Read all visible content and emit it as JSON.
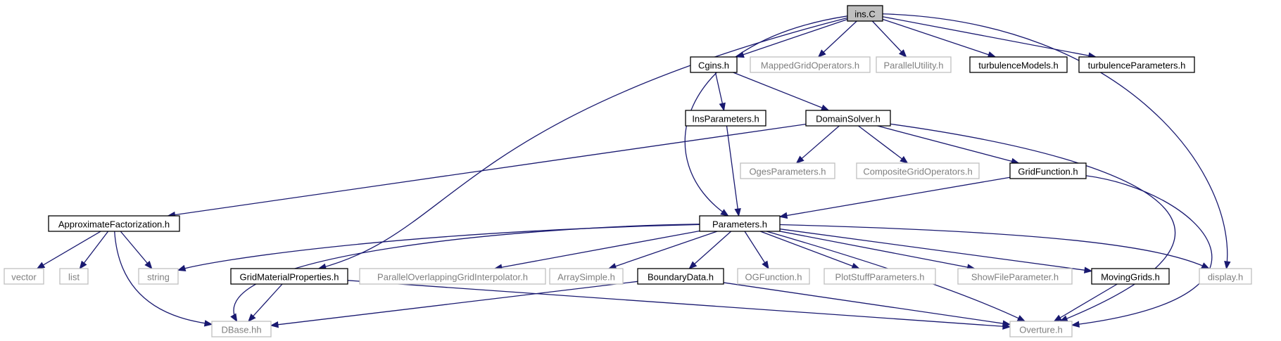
{
  "graph": {
    "edge_color": "#191970",
    "documented_border_color": "#000000",
    "external_border_color": "#bfbfbf",
    "external_text_color": "#7f7f7f",
    "root_fill_color": "#bfbfbf",
    "nodes": [
      {
        "id": "insC",
        "label": "ins.C",
        "kind": "root"
      },
      {
        "id": "cgins",
        "label": "Cgins.h",
        "kind": "documented"
      },
      {
        "id": "mappedGridOps",
        "label": "MappedGridOperators.h",
        "kind": "external"
      },
      {
        "id": "parallelUtility",
        "label": "ParallelUtility.h",
        "kind": "external"
      },
      {
        "id": "turbModels",
        "label": "turbulenceModels.h",
        "kind": "documented"
      },
      {
        "id": "turbParams",
        "label": "turbulenceParameters.h",
        "kind": "documented"
      },
      {
        "id": "insParams",
        "label": "InsParameters.h",
        "kind": "documented"
      },
      {
        "id": "domainSolver",
        "label": "DomainSolver.h",
        "kind": "documented"
      },
      {
        "id": "ogesParams",
        "label": "OgesParameters.h",
        "kind": "external"
      },
      {
        "id": "compositeGridOps",
        "label": "CompositeGridOperators.h",
        "kind": "external"
      },
      {
        "id": "gridFunction",
        "label": "GridFunction.h",
        "kind": "documented"
      },
      {
        "id": "approxFact",
        "label": "ApproximateFactorization.h",
        "kind": "documented"
      },
      {
        "id": "parameters",
        "label": "Parameters.h",
        "kind": "documented"
      },
      {
        "id": "vector",
        "label": "vector",
        "kind": "external"
      },
      {
        "id": "list",
        "label": "list",
        "kind": "external"
      },
      {
        "id": "string",
        "label": "string",
        "kind": "external"
      },
      {
        "id": "gridMatProps",
        "label": "GridMaterialProperties.h",
        "kind": "documented"
      },
      {
        "id": "parallelOGI",
        "label": "ParallelOverlappingGridInterpolator.h",
        "kind": "external"
      },
      {
        "id": "arraySimple",
        "label": "ArraySimple.h",
        "kind": "external"
      },
      {
        "id": "boundaryData",
        "label": "BoundaryData.h",
        "kind": "documented"
      },
      {
        "id": "ogFunction",
        "label": "OGFunction.h",
        "kind": "external"
      },
      {
        "id": "plotStuffParams",
        "label": "PlotStuffParameters.h",
        "kind": "external"
      },
      {
        "id": "showFileParam",
        "label": "ShowFileParameter.h",
        "kind": "external"
      },
      {
        "id": "movingGrids",
        "label": "MovingGrids.h",
        "kind": "documented"
      },
      {
        "id": "display",
        "label": "display.h",
        "kind": "external"
      },
      {
        "id": "dbase",
        "label": "DBase.hh",
        "kind": "external"
      },
      {
        "id": "overture",
        "label": "Overture.h",
        "kind": "external"
      }
    ],
    "edges": [
      [
        "insC",
        "cgins"
      ],
      [
        "insC",
        "mappedGridOps"
      ],
      [
        "insC",
        "parallelUtility"
      ],
      [
        "insC",
        "turbModels"
      ],
      [
        "insC",
        "turbParams"
      ],
      [
        "insC",
        "parameters"
      ],
      [
        "insC",
        "gridMatProps"
      ],
      [
        "insC",
        "display"
      ],
      [
        "cgins",
        "insParams"
      ],
      [
        "cgins",
        "domainSolver"
      ],
      [
        "insParams",
        "parameters"
      ],
      [
        "domainSolver",
        "approxFact"
      ],
      [
        "domainSolver",
        "ogesParams"
      ],
      [
        "domainSolver",
        "compositeGridOps"
      ],
      [
        "domainSolver",
        "gridFunction"
      ],
      [
        "domainSolver",
        "overture"
      ],
      [
        "gridFunction",
        "parameters"
      ],
      [
        "gridFunction",
        "overture"
      ],
      [
        "approxFact",
        "vector"
      ],
      [
        "approxFact",
        "list"
      ],
      [
        "approxFact",
        "string"
      ],
      [
        "approxFact",
        "dbase"
      ],
      [
        "parameters",
        "string"
      ],
      [
        "parameters",
        "dbase"
      ],
      [
        "parameters",
        "parallelOGI"
      ],
      [
        "parameters",
        "arraySimple"
      ],
      [
        "parameters",
        "boundaryData"
      ],
      [
        "parameters",
        "ogFunction"
      ],
      [
        "parameters",
        "plotStuffParams"
      ],
      [
        "parameters",
        "showFileParam"
      ],
      [
        "parameters",
        "movingGrids"
      ],
      [
        "parameters",
        "display"
      ],
      [
        "parameters",
        "overture"
      ],
      [
        "gridMatProps",
        "dbase"
      ],
      [
        "gridMatProps",
        "overture"
      ],
      [
        "boundaryData",
        "dbase"
      ],
      [
        "boundaryData",
        "overture"
      ],
      [
        "movingGrids",
        "overture"
      ]
    ]
  }
}
